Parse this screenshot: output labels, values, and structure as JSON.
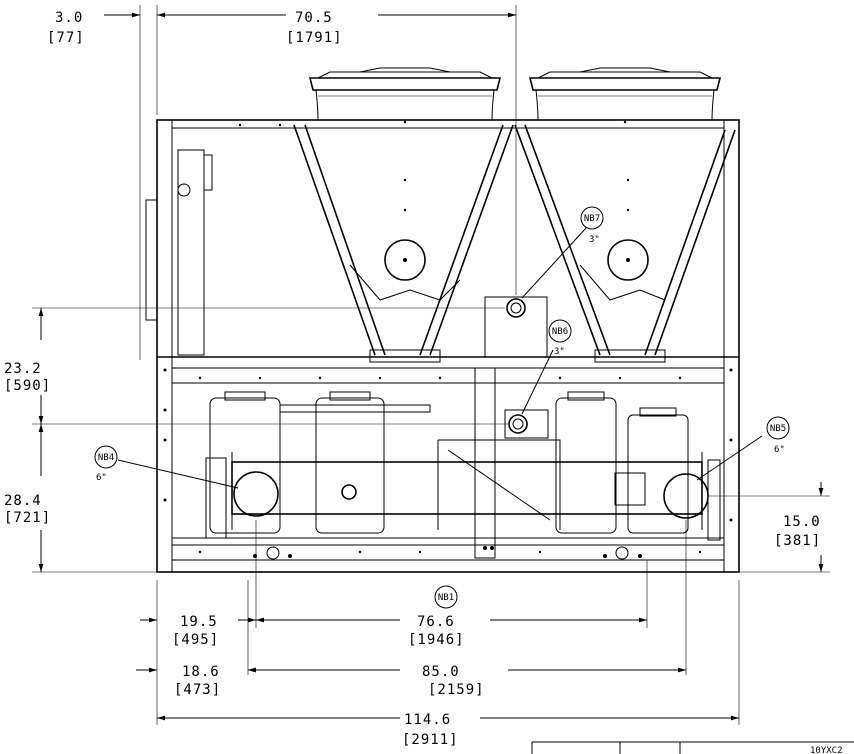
{
  "dimensions": {
    "d_3_0": {
      "in": "3.0",
      "mm": "[77]"
    },
    "d_70_5": {
      "in": "70.5",
      "mm": "[1791]"
    },
    "d_23_2": {
      "in": "23.2",
      "mm": "[590]"
    },
    "d_28_4": {
      "in": "28.4",
      "mm": "[721]"
    },
    "d_15_0": {
      "in": "15.0",
      "mm": "[381]"
    },
    "d_19_5": {
      "in": "19.5",
      "mm": "[495]"
    },
    "d_76_6": {
      "in": "76.6",
      "mm": "[1946]"
    },
    "d_18_6": {
      "in": "18.6",
      "mm": "[473]"
    },
    "d_85_0": {
      "in": "85.0",
      "mm": "[2159]"
    },
    "d_114_6": {
      "in": "114.6",
      "mm": "[2911]"
    }
  },
  "connections": {
    "nb1": {
      "tag": "NB1"
    },
    "nb4": {
      "tag": "NB4",
      "size": "6\""
    },
    "nb5": {
      "tag": "NB5",
      "size": "6\""
    },
    "nb6": {
      "tag": "NB6",
      "size": "3\""
    },
    "nb7": {
      "tag": "NB7",
      "size": "3\""
    }
  },
  "title_block": {
    "fragment": "10YXC2"
  }
}
